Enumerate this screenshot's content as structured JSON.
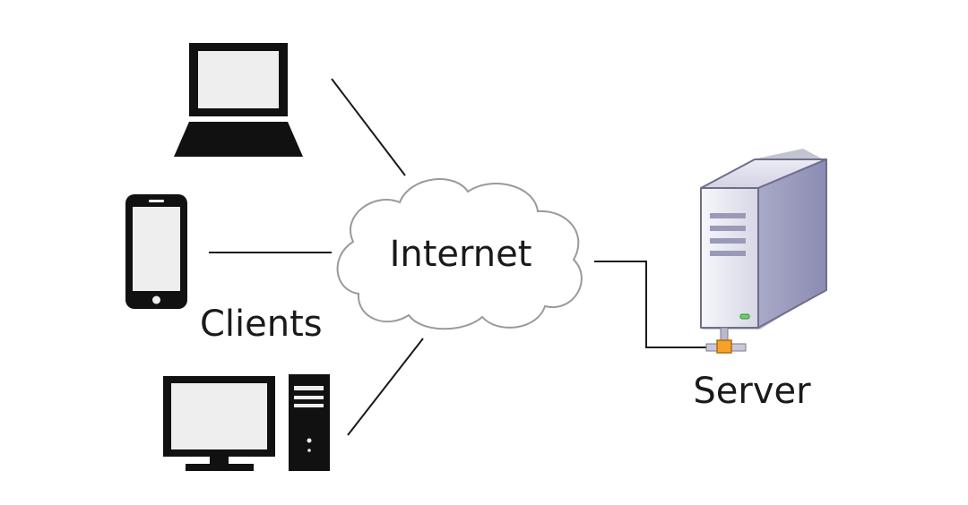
{
  "labels": {
    "internet": "Internet",
    "clients": "Clients",
    "server": "Server"
  },
  "colors": {
    "device": "#111111",
    "screen": "#eeeeee",
    "line": "#1a1a1a",
    "cloud_stroke": "#9a9a9a",
    "server_body": "#e6e6ef",
    "connector": "#f4a22a",
    "led": "#6ad16a"
  },
  "icons": {
    "laptop": "laptop-icon",
    "phone": "smartphone-icon",
    "desktop": "desktop-computer-icon",
    "cloud": "cloud-icon",
    "server": "server-tower-icon"
  }
}
